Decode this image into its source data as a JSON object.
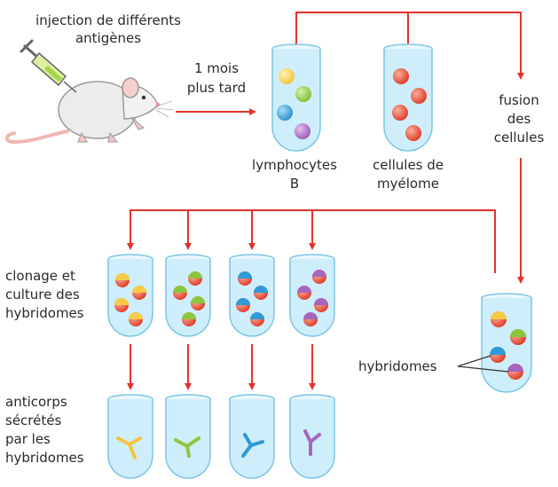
{
  "labels": {
    "injection_line1": "injection de différents",
    "injection_line2": "antigènes",
    "delay_line1": "1 mois",
    "delay_line2": "plus tard",
    "lymph_line1": "lymphocytes",
    "lymph_line2": "B",
    "myel_line1": "cellules de",
    "myel_line2": "myélome",
    "fusion_line1": "fusion",
    "fusion_line2": "des",
    "fusion_line3": "cellules",
    "clone_line1": "clonage et",
    "clone_line2": "culture des",
    "clone_line3": "hybridomes",
    "anti_line1": "anticorps",
    "anti_line2": "sécrétés",
    "anti_line3": "par les",
    "anti_line4": "hybridomes",
    "hybridomes": "hybridomes"
  },
  "colors": {
    "arrow": "#e4322b",
    "tube_fill": "#cfeefb",
    "tube_stroke": "#7cc6e4",
    "myeloma": "#e5432e",
    "lymph_yellow": "#f6cb45",
    "lymph_green": "#8cc63e",
    "lymph_blue": "#2f9ad8",
    "lymph_purple": "#a765c0",
    "text": "#2a2a2a"
  },
  "icons": [
    "mouse-icon",
    "syringe-icon",
    "antibody-icon"
  ]
}
